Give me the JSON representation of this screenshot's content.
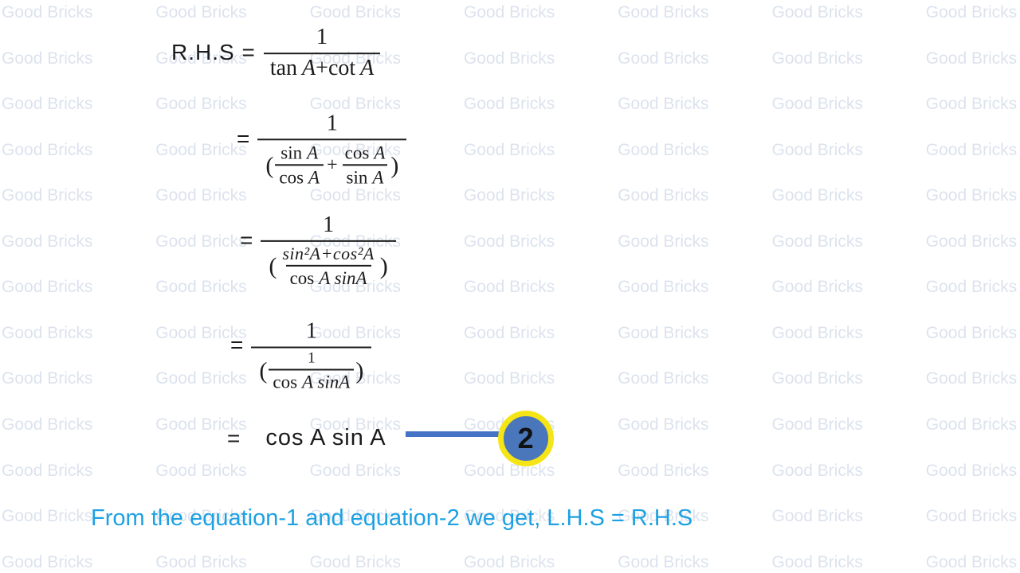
{
  "watermark": {
    "text": "Good Bricks"
  },
  "colors": {
    "accent_blue": "#4472c4",
    "badge_fill": "#4a76bb",
    "badge_ring": "#f5e416",
    "badge_digit": "#111111",
    "footer_text": "#1da1e2",
    "math_text": "#1b1b1b",
    "watermark_text": "#dce3ee"
  },
  "proof": {
    "line1": {
      "lhs": "R.H.S =",
      "num": "1",
      "den_fn1": "tan",
      "den_var1": "A",
      "den_op": "+",
      "den_fn2": "cot",
      "den_var2": "A"
    },
    "line2": {
      "eq": "=",
      "num": "1",
      "open": "(",
      "f1_num_fn": "sin",
      "f1_num_var": "A",
      "f1_den_fn": "cos",
      "f1_den_var": "A",
      "plus": "+",
      "f2_num_fn": "cos",
      "f2_num_var": "A",
      "f2_den_fn": "sin",
      "f2_den_var": "A",
      "close": ")"
    },
    "line3": {
      "eq": "=",
      "num": "1",
      "open": "(",
      "inner_num": "sin²A+cos²A",
      "inner_den_fn": "cos",
      "inner_den_var": "A sinA",
      "close": ")"
    },
    "line4": {
      "eq": "=",
      "num": "1",
      "open": "(",
      "inner_num": "1",
      "inner_den_fn": "cos",
      "inner_den_var": "A sinA",
      "close": ")"
    },
    "line5": {
      "eq": "=",
      "expr": "cos A sin A",
      "badge_label": "2"
    },
    "footer": "From the equation-1 and equation-2 we get, L.H.S = R.H.S"
  }
}
